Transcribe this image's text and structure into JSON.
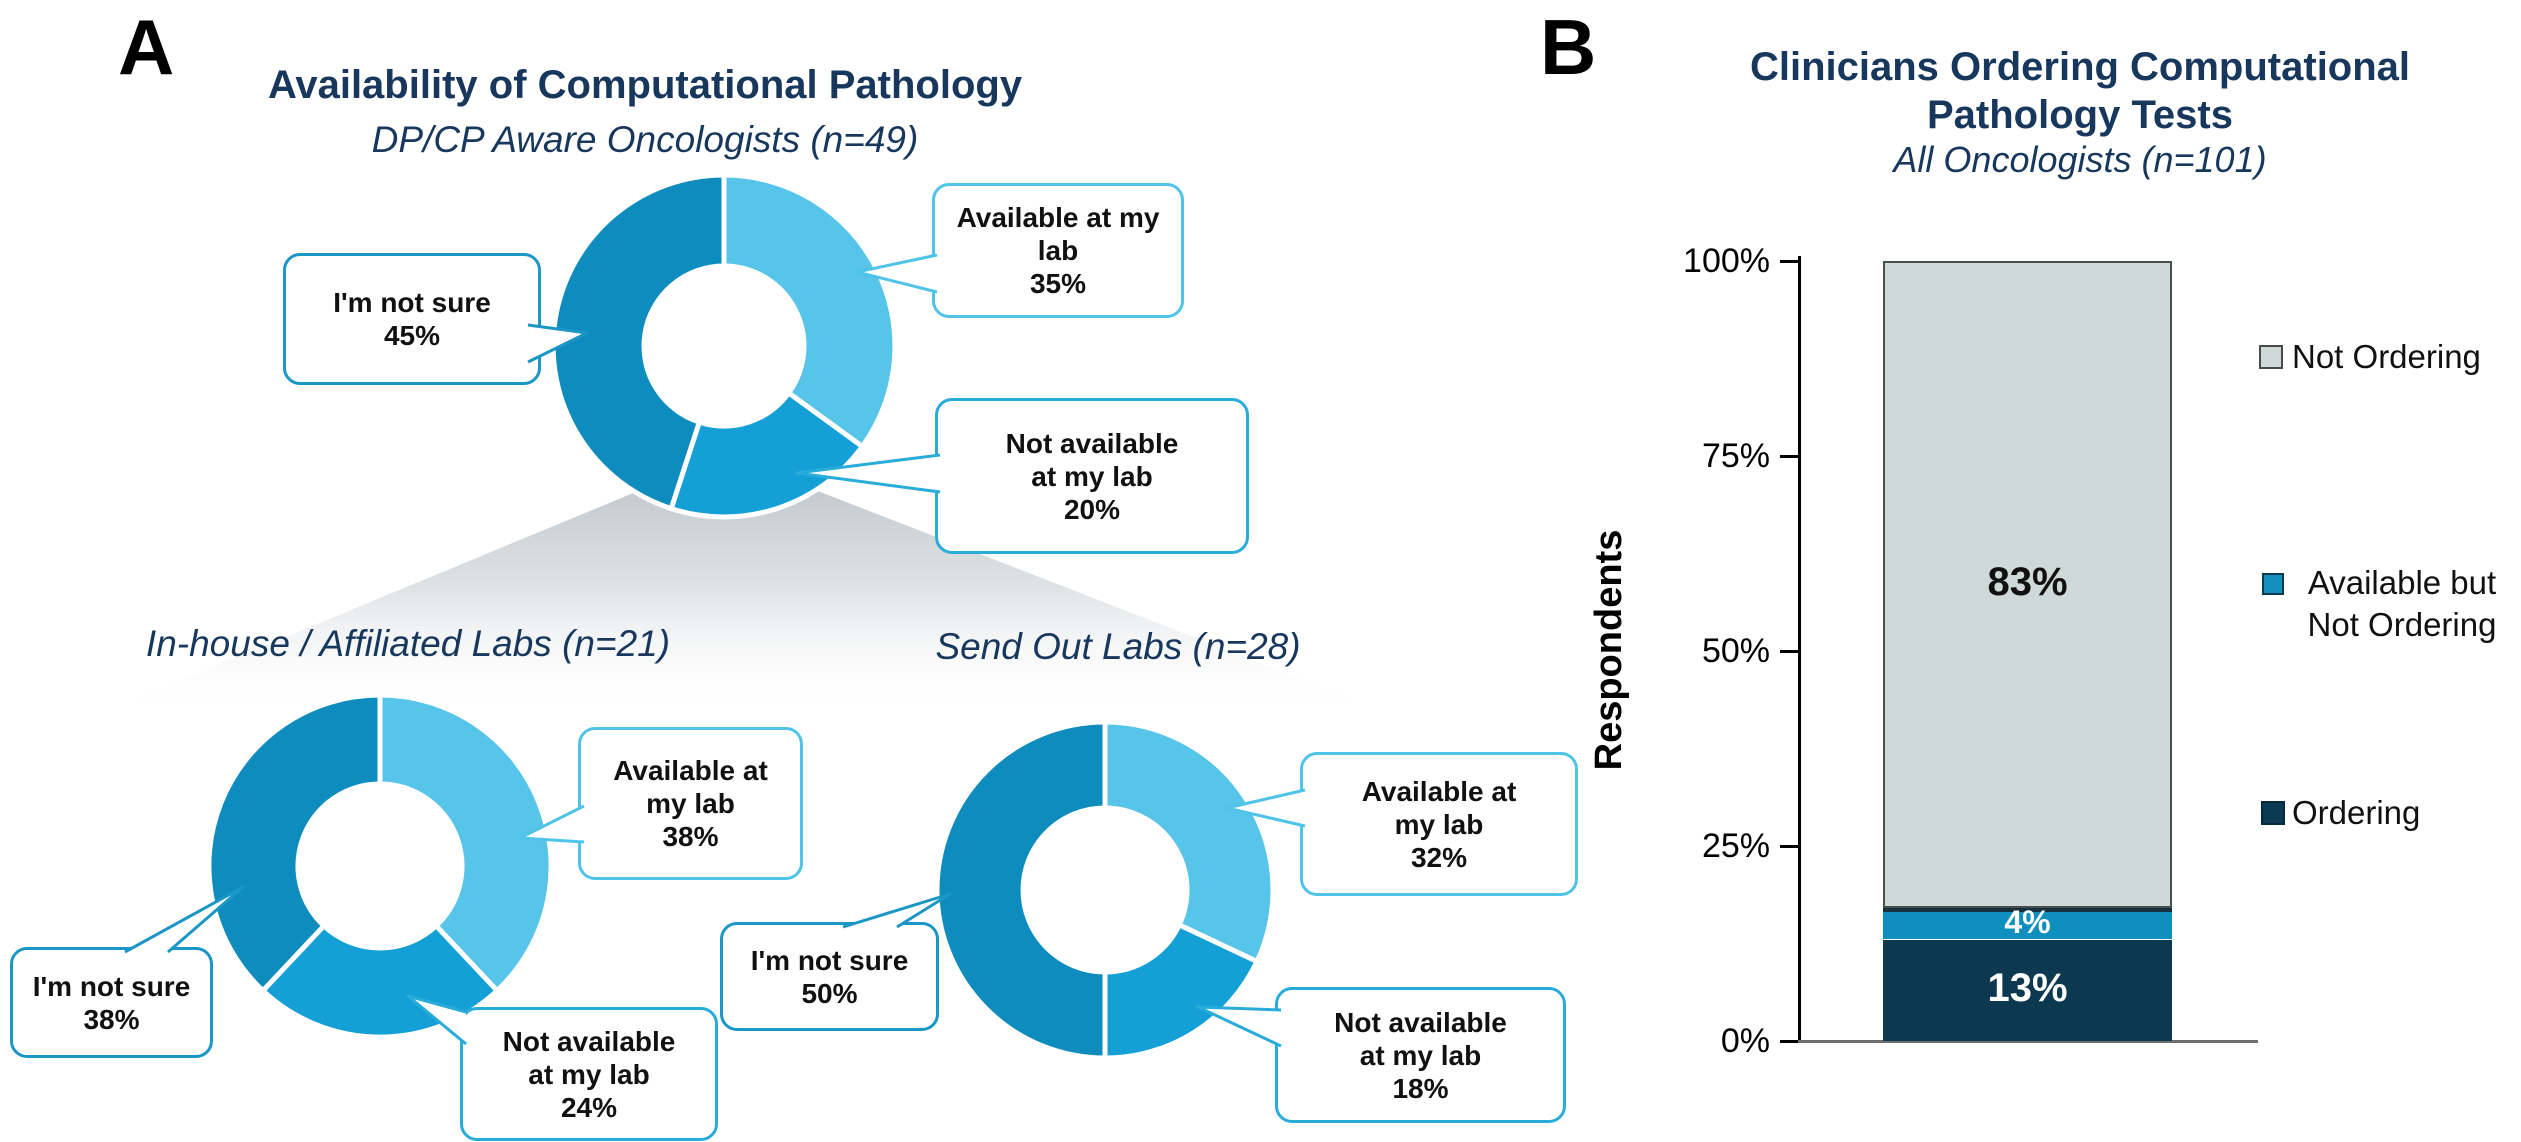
{
  "figure": {
    "panel_a": {
      "label": "A",
      "title": "Availability of Computational Pathology",
      "subtitle": "DP/CP Aware Oncologists (n=49)",
      "inhouse_title": "In-house / Affiliated Labs (n=21)",
      "sendout_title": "Send Out Labs (n=28)"
    },
    "panel_b": {
      "label": "B",
      "title_line1": "Clinicians Ordering Computational",
      "title_line2": "Pathology Tests",
      "subtitle": "All Oncologists (n=101)",
      "ylabel": "Respondents"
    }
  },
  "colors": {
    "navy_text": "#17375D",
    "slice_light": "#57C5E9",
    "slice_medium": "#14A0D6",
    "slice_dark": "#0D8CBD",
    "callout_border_light": "#4FC3E8",
    "callout_border_medium": "#29ACD9",
    "callout_border_dark": "#1B97C6",
    "bar_gray": "#CFD9D8",
    "bar_blue": "#0E8FBD",
    "bar_navy": "#0C3850",
    "funnel_gray": "#9AA4AC"
  },
  "chart_data": [
    {
      "type": "pie",
      "id": "aware",
      "variant": "donut",
      "title": "Availability of Computational Pathology",
      "subtitle": "DP/CP Aware Oncologists (n=49)",
      "n": 49,
      "slices": [
        {
          "label": "Available at my lab",
          "value": 35,
          "color": "#57C5E9",
          "callout_lines": [
            "Available at my",
            "lab",
            "35%"
          ],
          "callout_border": "#4FC3E8"
        },
        {
          "label": "Not available at my lab",
          "value": 20,
          "color": "#14A0D6",
          "callout_lines": [
            "Not available",
            "at my lab",
            "20%"
          ],
          "callout_border": "#29ACD9"
        },
        {
          "label": "I'm not sure",
          "value": 45,
          "color": "#0D8CBD",
          "callout_lines": [
            "I'm not sure",
            "45%"
          ],
          "callout_border": "#1B97C6"
        }
      ]
    },
    {
      "type": "pie",
      "id": "inhouse",
      "variant": "donut",
      "title": "In-house / Affiliated Labs (n=21)",
      "n": 21,
      "slices": [
        {
          "label": "Available at my lab",
          "value": 38,
          "color": "#57C5E9",
          "callout_lines": [
            "Available at",
            "my lab",
            "38%"
          ],
          "callout_border": "#4FC3E8"
        },
        {
          "label": "Not available at my lab",
          "value": 24,
          "color": "#14A0D6",
          "callout_lines": [
            "Not available",
            "at my lab",
            "24%"
          ],
          "callout_border": "#29ACD9"
        },
        {
          "label": "I'm not sure",
          "value": 38,
          "color": "#0D8CBD",
          "callout_lines": [
            "I'm not sure",
            "38%"
          ],
          "callout_border": "#1B97C6"
        }
      ]
    },
    {
      "type": "pie",
      "id": "sendout",
      "variant": "donut",
      "title": "Send Out Labs (n=28)",
      "n": 28,
      "slices": [
        {
          "label": "Available at my lab",
          "value": 32,
          "color": "#57C5E9",
          "callout_lines": [
            "Available at",
            "my lab",
            "32%"
          ],
          "callout_border": "#4FC3E8"
        },
        {
          "label": "Not available at my lab",
          "value": 18,
          "color": "#14A0D6",
          "callout_lines": [
            "Not available",
            "at my lab",
            "18%"
          ],
          "callout_border": "#29ACD9"
        },
        {
          "label": "I'm not sure",
          "value": 50,
          "color": "#0D8CBD",
          "callout_lines": [
            "I'm not sure",
            "50%"
          ],
          "callout_border": "#1B97C6"
        }
      ]
    },
    {
      "type": "bar",
      "id": "ordering",
      "stacked": true,
      "title": "Clinicians Ordering Computational Pathology Tests",
      "subtitle": "All Oncologists (n=101)",
      "n": 101,
      "xlabel": "",
      "ylabel": "Respondents",
      "ylim": [
        0,
        100
      ],
      "yticks": [
        "100%",
        "75%",
        "50%",
        "25%",
        "0%"
      ],
      "grid": false,
      "legend_position": "right",
      "segments": [
        {
          "name": "Not Ordering",
          "value": 83,
          "label": "83%",
          "color": "#CFD9D8",
          "label_color": "#111111"
        },
        {
          "name": "Available but Not Ordering",
          "value": 4,
          "label": "4%",
          "color": "#0E8FBD",
          "label_color": "#FFFFFF"
        },
        {
          "name": "Ordering",
          "value": 13,
          "label": "13%",
          "color": "#0C3850",
          "label_color": "#FFFFFF"
        }
      ],
      "legend": [
        {
          "lines": [
            "Not Ordering"
          ],
          "color": "#CFD9D8",
          "border": "#4A4A4A"
        },
        {
          "lines": [
            "Available but",
            "Not Ordering"
          ],
          "color": "#1590BE",
          "border": "#0A3A52"
        },
        {
          "lines": [
            "Ordering"
          ],
          "color": "#0B3A53",
          "border": "#07293C"
        }
      ]
    }
  ]
}
